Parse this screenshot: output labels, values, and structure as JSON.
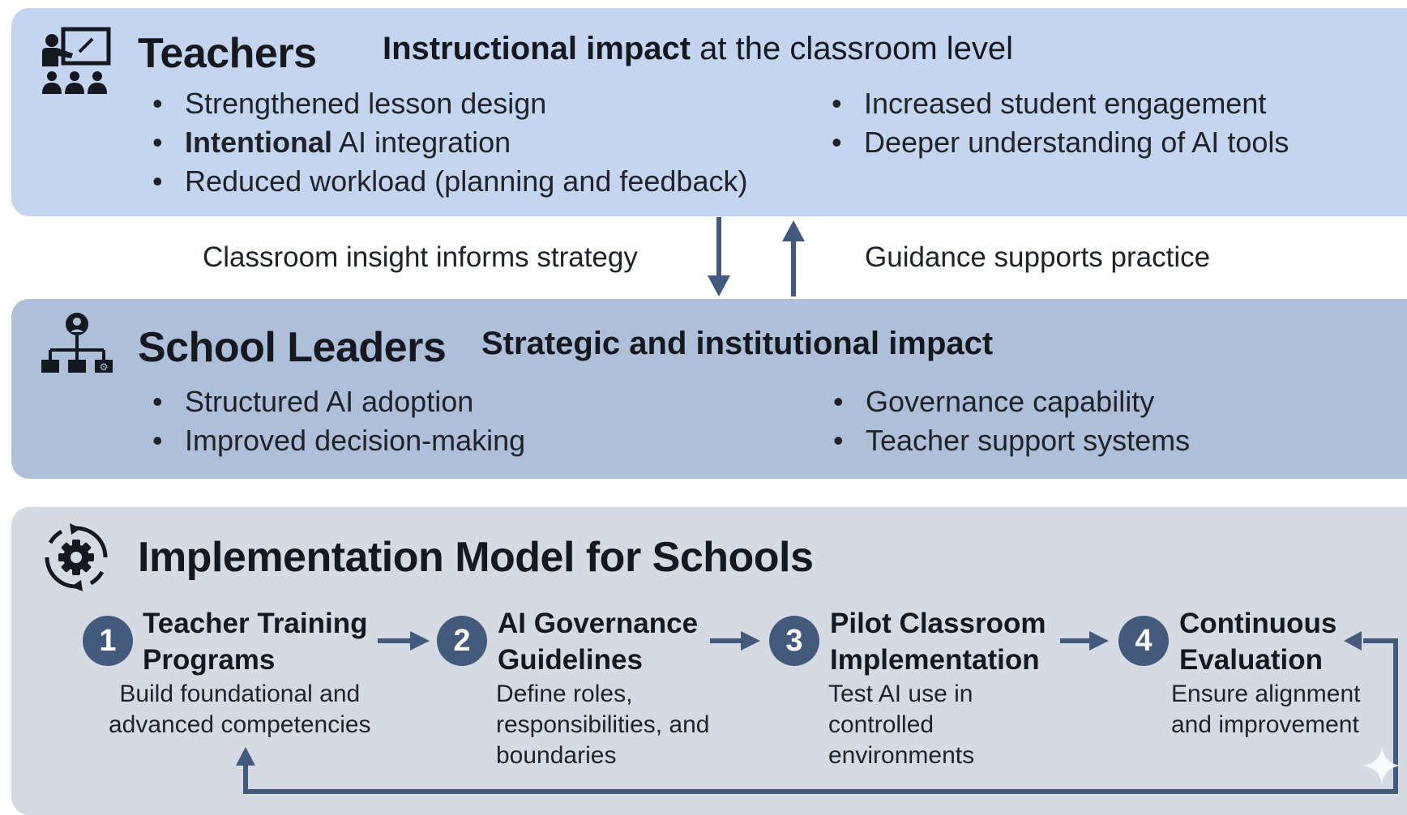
{
  "teachers": {
    "title": "Teachers",
    "subtitle_bold": "Instructional impact",
    "subtitle_rest": " at the classroom level",
    "left_bullets": [
      {
        "bold": "",
        "text": "Strengthened lesson design"
      },
      {
        "bold": "Intentional",
        "text": " AI integration"
      },
      {
        "bold": "",
        "text": "Reduced workload (planning and feedback)"
      }
    ],
    "right_bullets": [
      "Increased student engagement",
      "Deeper understanding of AI tools"
    ]
  },
  "connector": {
    "left_caption": "Classroom insight informs strategy",
    "right_caption": "Guidance supports practice"
  },
  "leaders": {
    "title": "School Leaders",
    "subtitle": "Strategic and institutional impact",
    "left_bullets": [
      "Structured AI adoption",
      "Improved decision-making"
    ],
    "right_bullets": [
      "Governance capability",
      "Teacher support systems"
    ]
  },
  "implementation": {
    "title": "Implementation Model for Schools",
    "steps": [
      {
        "number": "1",
        "title_lines": [
          "Teacher Training",
          "Programs"
        ],
        "desc_lines": [
          "Build foundational and",
          "advanced competencies"
        ]
      },
      {
        "number": "2",
        "title_lines": [
          "AI Governance",
          "Guidelines"
        ],
        "desc_lines": [
          "Define roles,",
          "responsibilities, and",
          "boundaries"
        ]
      },
      {
        "number": "3",
        "title_lines": [
          "Pilot Classroom",
          "Implementation"
        ],
        "desc_lines": [
          "Test AI use in",
          "controlled",
          "environments"
        ]
      },
      {
        "number": "4",
        "title_lines": [
          "Continuous",
          "Evaluation"
        ],
        "desc_lines": [
          "Ensure alignment",
          "and improvement"
        ]
      }
    ]
  },
  "icons": {
    "teachers": "teacher-classroom-icon",
    "leaders": "org-chart-icon",
    "implementation": "cycle-gear-icon"
  },
  "colors": {
    "teachers_bg": "#c3d5ef",
    "leaders_bg": "#aebfd9",
    "implementation_bg": "#d6dbe3",
    "accent": "#445a7c"
  }
}
